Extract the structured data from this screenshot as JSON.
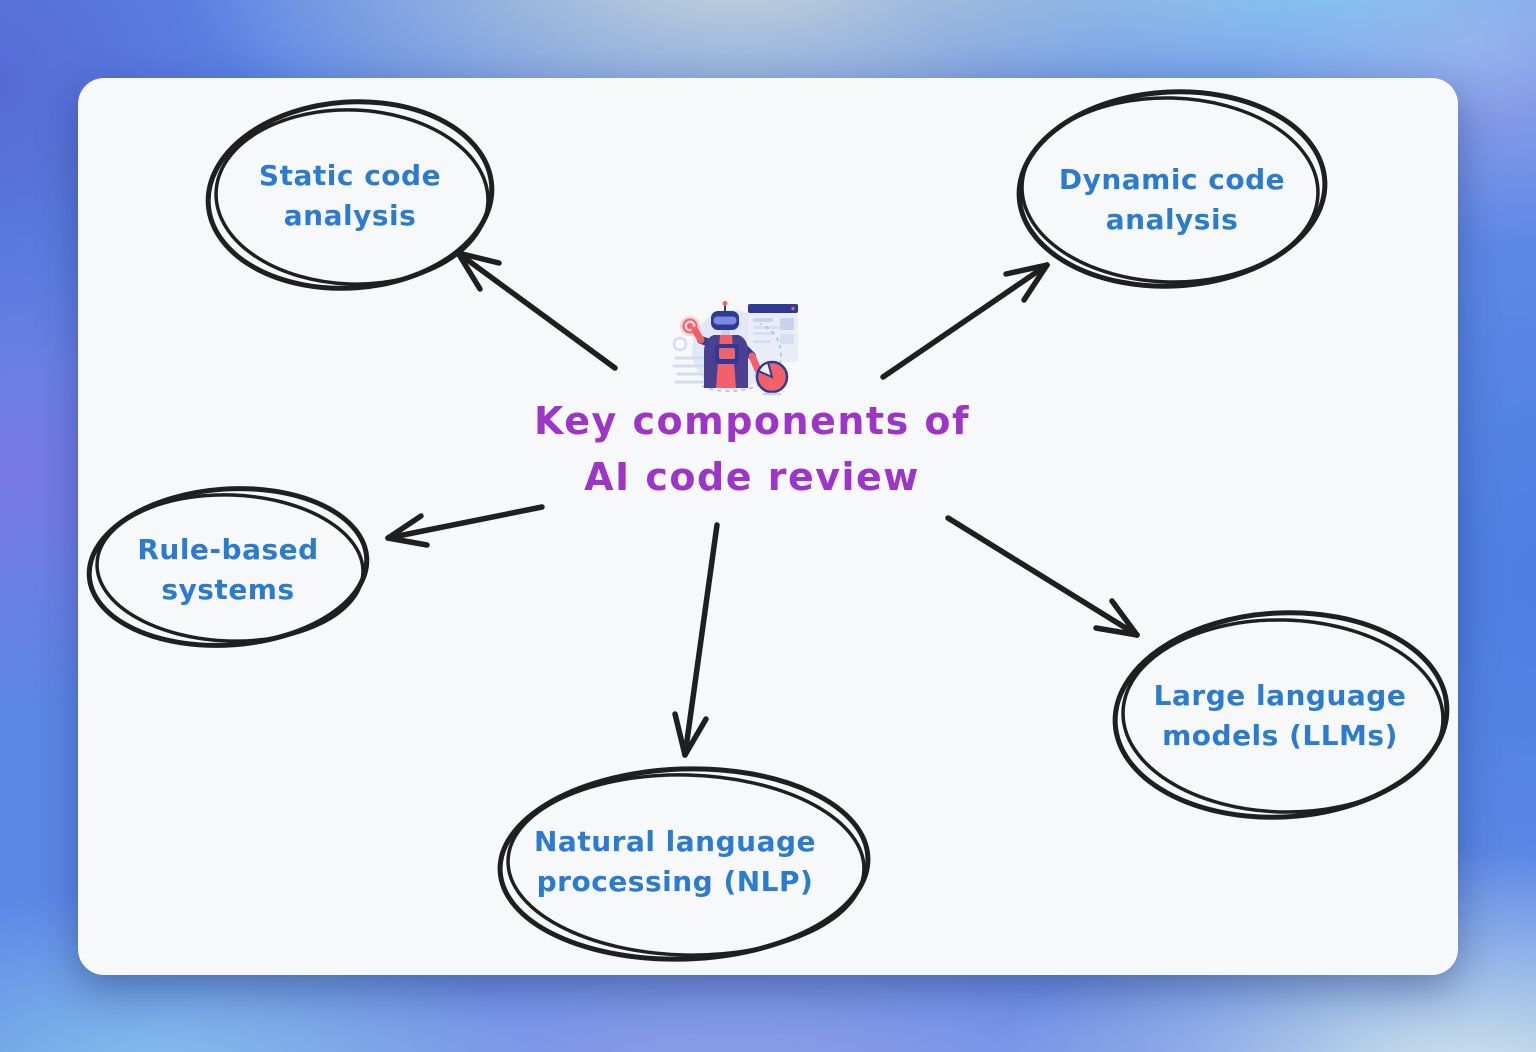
{
  "title": {
    "lines": [
      "Key components of",
      "AI code review"
    ]
  },
  "nodes": [
    {
      "id": "static-code-analysis",
      "lines": [
        "Static code",
        "analysis"
      ]
    },
    {
      "id": "dynamic-code-analysis",
      "lines": [
        "Dynamic code",
        "analysis"
      ]
    },
    {
      "id": "rule-based-systems",
      "lines": [
        "Rule-based",
        "systems"
      ]
    },
    {
      "id": "natural-language-processing",
      "lines": [
        "Natural language",
        "processing (NLP)"
      ]
    },
    {
      "id": "large-language-models",
      "lines": [
        "Large language",
        "models (LLMs)"
      ]
    }
  ],
  "icon": {
    "name": "ai-robot-code-review-illustration"
  },
  "colors": {
    "title_text": "#9d36c8",
    "node_text": "#2b7bd0",
    "sketch_stroke": "#1f1f1f",
    "card_bg": "#f7f8fa",
    "icon_navy": "#2d3a96",
    "icon_coral": "#f2606a"
  }
}
